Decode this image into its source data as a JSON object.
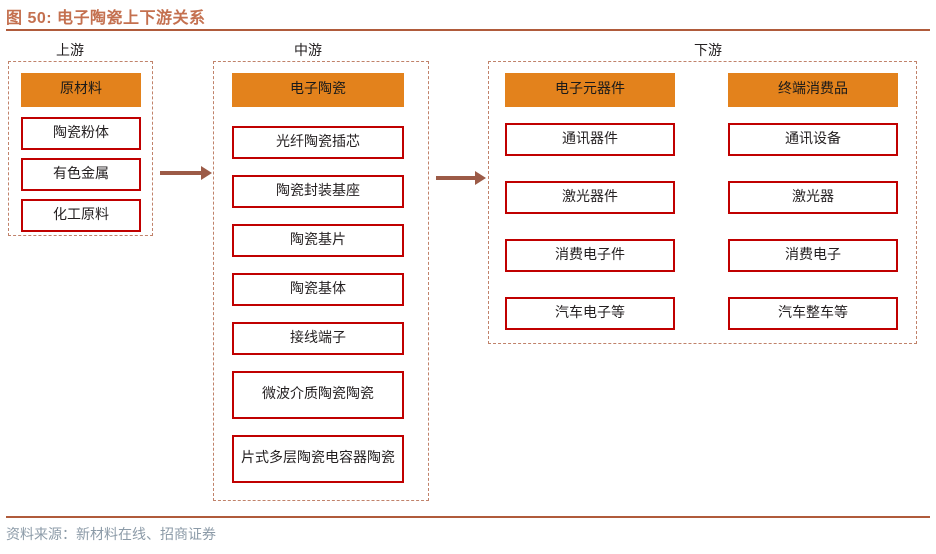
{
  "figure": {
    "title": "图 50: 电子陶瓷上下游关系",
    "source_note": "资料来源：新材料在线、招商证券",
    "title_color": "#C4704F",
    "rule_color": "#B05B3B",
    "header_fill": "#E3821C",
    "item_border": "#C00000",
    "container_border": "#C0826A",
    "arrow_color": "#9C5B47",
    "source_color": "#8C9BA8"
  },
  "sections": {
    "upstream": {
      "label": "上游",
      "columns": [
        {
          "header": "原材料",
          "items": [
            "陶瓷粉体",
            "有色金属",
            "化工原料"
          ]
        }
      ]
    },
    "midstream": {
      "label": "中游",
      "columns": [
        {
          "header": "电子陶瓷",
          "items": [
            "光纤陶瓷插芯",
            "陶瓷封装基座",
            "陶瓷基片",
            "陶瓷基体",
            "接线端子",
            "微波介质陶瓷陶瓷",
            "片式多层陶瓷电容器陶瓷"
          ]
        }
      ]
    },
    "downstream": {
      "label": "下游",
      "columns": [
        {
          "header": "电子元器件",
          "items": [
            "通讯器件",
            "激光器件",
            "消费电子件",
            "汽车电子等"
          ]
        },
        {
          "header": "终端消费品",
          "items": [
            "通讯设备",
            "激光器",
            "消费电子",
            "汽车整车等"
          ]
        }
      ]
    }
  },
  "arrows": [
    {
      "name": "upstream-to-midstream",
      "from": "上游",
      "to": "中游"
    },
    {
      "name": "midstream-to-downstream",
      "from": "中游",
      "to": "下游"
    }
  ]
}
